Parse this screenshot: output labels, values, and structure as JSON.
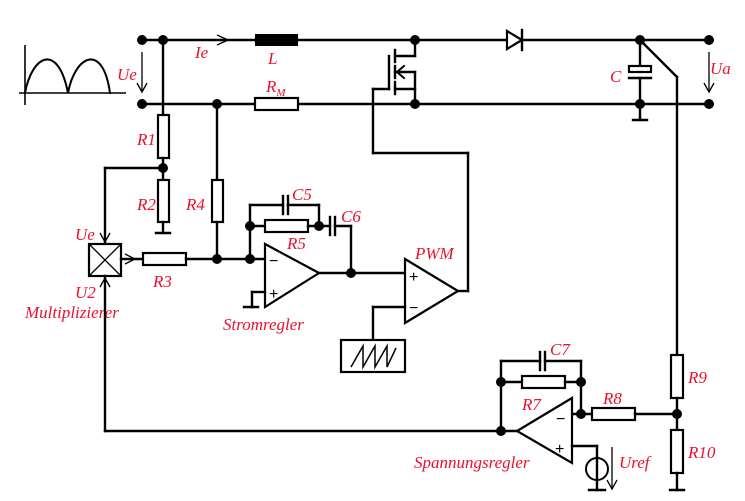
{
  "diagram": {
    "type": "circuit-schematic",
    "subject": "PFC boost converter with multiplier, current and voltage regulators",
    "accent_color": "#e8112d",
    "labels": {
      "ue_input": "Ue",
      "ie": "Ie",
      "inductor": "L",
      "rm_main": "R",
      "rm_sub": "M",
      "capacitor": "C",
      "ua": "Ua",
      "r1": "R1",
      "r2": "R2",
      "r3": "R3",
      "r4": "R4",
      "r5": "R5",
      "c5": "C5",
      "c6": "C6",
      "pwm": "PWM",
      "stromregler": "Stromregler",
      "ue_mult": "Ue",
      "u2": "U2",
      "multiplizierer": "Multiplizierer",
      "c7": "C7",
      "r7": "R7",
      "r8": "R8",
      "r9": "R9",
      "r10": "R10",
      "spannungsregler": "Spannungsregler",
      "uref": "Uref"
    },
    "opamp_signs": {
      "minus": "−",
      "plus": "+"
    }
  }
}
